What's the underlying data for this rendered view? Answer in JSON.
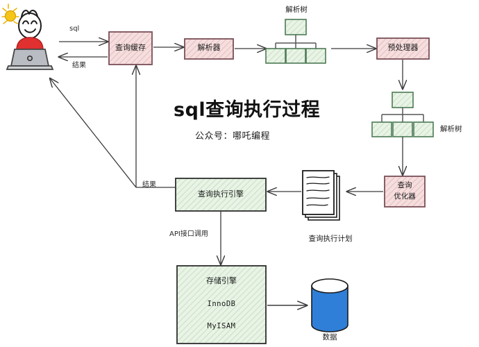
{
  "title": {
    "main": "sql查询执行过程",
    "sub": "公众号：哪吒编程"
  },
  "nodes": {
    "user": {
      "name": "user-at-laptop",
      "icon": "person-laptop-icon"
    },
    "query_cache": {
      "label": "查询缓存",
      "fill": "#f6dede"
    },
    "parser": {
      "label": "解析器",
      "fill": "#f6dede"
    },
    "preprocessor": {
      "label": "预处理器",
      "fill": "#f6dede"
    },
    "optimizer": {
      "label_line1": "查询",
      "label_line2": "优化器",
      "fill": "#f6dede"
    },
    "exec_engine": {
      "label": "查询执行引擎",
      "fill": "#e4f1e2"
    },
    "storage_engine": {
      "label": "存储引擎",
      "engine1": "InnoDB",
      "engine2": "MyISAM",
      "fill": "#e4f1e2"
    },
    "database": {
      "label": "数据",
      "fill": "#2f7fd8"
    },
    "exec_plan": {
      "label": "查询执行计划",
      "icon": "document-stack-icon"
    },
    "parse_tree_top": {
      "label": "解析树"
    },
    "parse_tree_mid": {
      "label": "解析树"
    }
  },
  "edges": {
    "sql": "sql",
    "result_user": "结果",
    "result_engine": "结果",
    "api_call": "API接口调用"
  },
  "colors": {
    "pink_fill": "#f6dede",
    "pink_stroke": "#7a4f58",
    "green_fill": "#e4f1e2",
    "green_stroke": "#4c7a55",
    "line": "#3a3a3a",
    "db_blue": "#2f7fd8",
    "shirt_red": "#e03030",
    "sun_yellow": "#f5c518",
    "laptop_gray": "#b9bcc2"
  }
}
